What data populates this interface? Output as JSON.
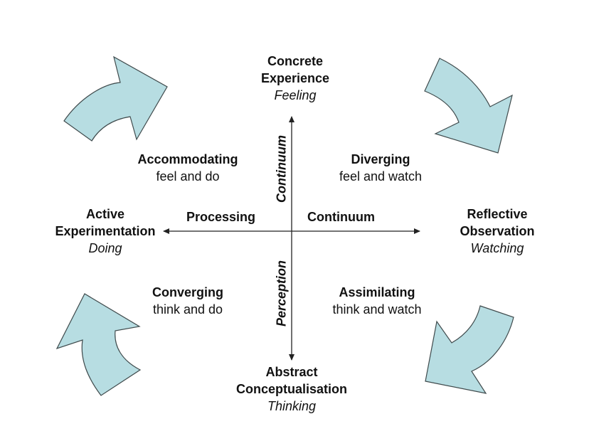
{
  "diagram": {
    "colors": {
      "arrow_fill": "#b7dde2",
      "arrow_stroke": "#3f4a4c",
      "axis": "#222222",
      "text": "#111111"
    },
    "poles": {
      "top": {
        "title_1": "Concrete",
        "title_2": "Experience",
        "subtitle": "Feeling"
      },
      "left": {
        "title_1": "Active",
        "title_2": "Experimentation",
        "subtitle": "Doing"
      },
      "right": {
        "title_1": "Reflective",
        "title_2": "Observation",
        "subtitle": "Watching"
      },
      "bottom": {
        "title_1": "Abstract",
        "title_2": "Conceptualisation",
        "subtitle": "Thinking"
      }
    },
    "quadrants": {
      "top_left": {
        "style": "Accommodating",
        "desc": "feel and do"
      },
      "top_right": {
        "style": "Diverging",
        "desc": "feel and watch"
      },
      "bottom_left": {
        "style": "Converging",
        "desc": "think and do"
      },
      "bottom_right": {
        "style": "Assimilating",
        "desc": "think and watch"
      }
    },
    "axis_labels": {
      "horizontal_left": "Processing",
      "horizontal_right": "Continuum",
      "vertical_top": "Continuum",
      "vertical_bottom": "Perception"
    },
    "cycle_arrows": [
      "curved-arrow-top-left",
      "curved-arrow-top-right",
      "curved-arrow-bottom-right",
      "curved-arrow-bottom-left"
    ]
  }
}
